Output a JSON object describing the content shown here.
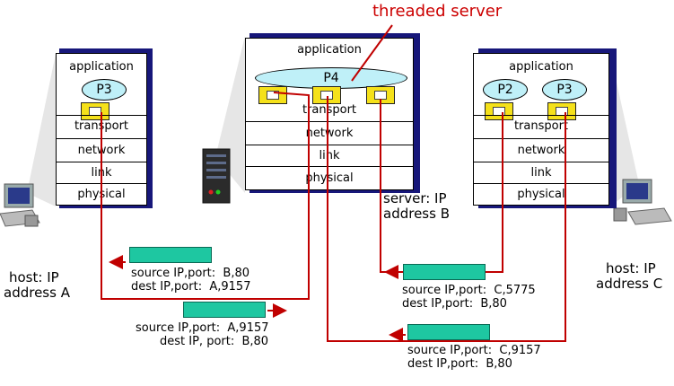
{
  "title": "threaded server",
  "host_a": {
    "caption_line1": "host: IP",
    "caption_line2": "address A",
    "layers": [
      "application",
      "transport",
      "network",
      "link",
      "physical"
    ],
    "processes": [
      "P3"
    ]
  },
  "server_b": {
    "caption_line1": "server: IP",
    "caption_line2": "address B",
    "layers": [
      "application",
      "transport",
      "network",
      "link",
      "physical"
    ],
    "processes": [
      "P4"
    ]
  },
  "host_c": {
    "caption_line1": "host: IP",
    "caption_line2": "address C",
    "layers": [
      "application",
      "transport",
      "network",
      "link",
      "physical"
    ],
    "processes": [
      "P2",
      "P3"
    ]
  },
  "segments": [
    {
      "source": "source IP,port:  B,80",
      "dest": "dest IP,port:  A,9157"
    },
    {
      "source": "source IP,port:  A,9157",
      "dest": "dest IP, port:  B,80"
    },
    {
      "source": "source IP,port:  C,5775",
      "dest": "dest IP,port:  B,80"
    },
    {
      "source": "source IP,port:  C,9157",
      "dest": "dest IP,port:  B,80"
    }
  ],
  "colors": {
    "arrow": "#c00000",
    "segment": "#1ec7a1",
    "process": "#bff0f8",
    "socket": "#f5e11a",
    "stack_shadow": "#17177a"
  }
}
